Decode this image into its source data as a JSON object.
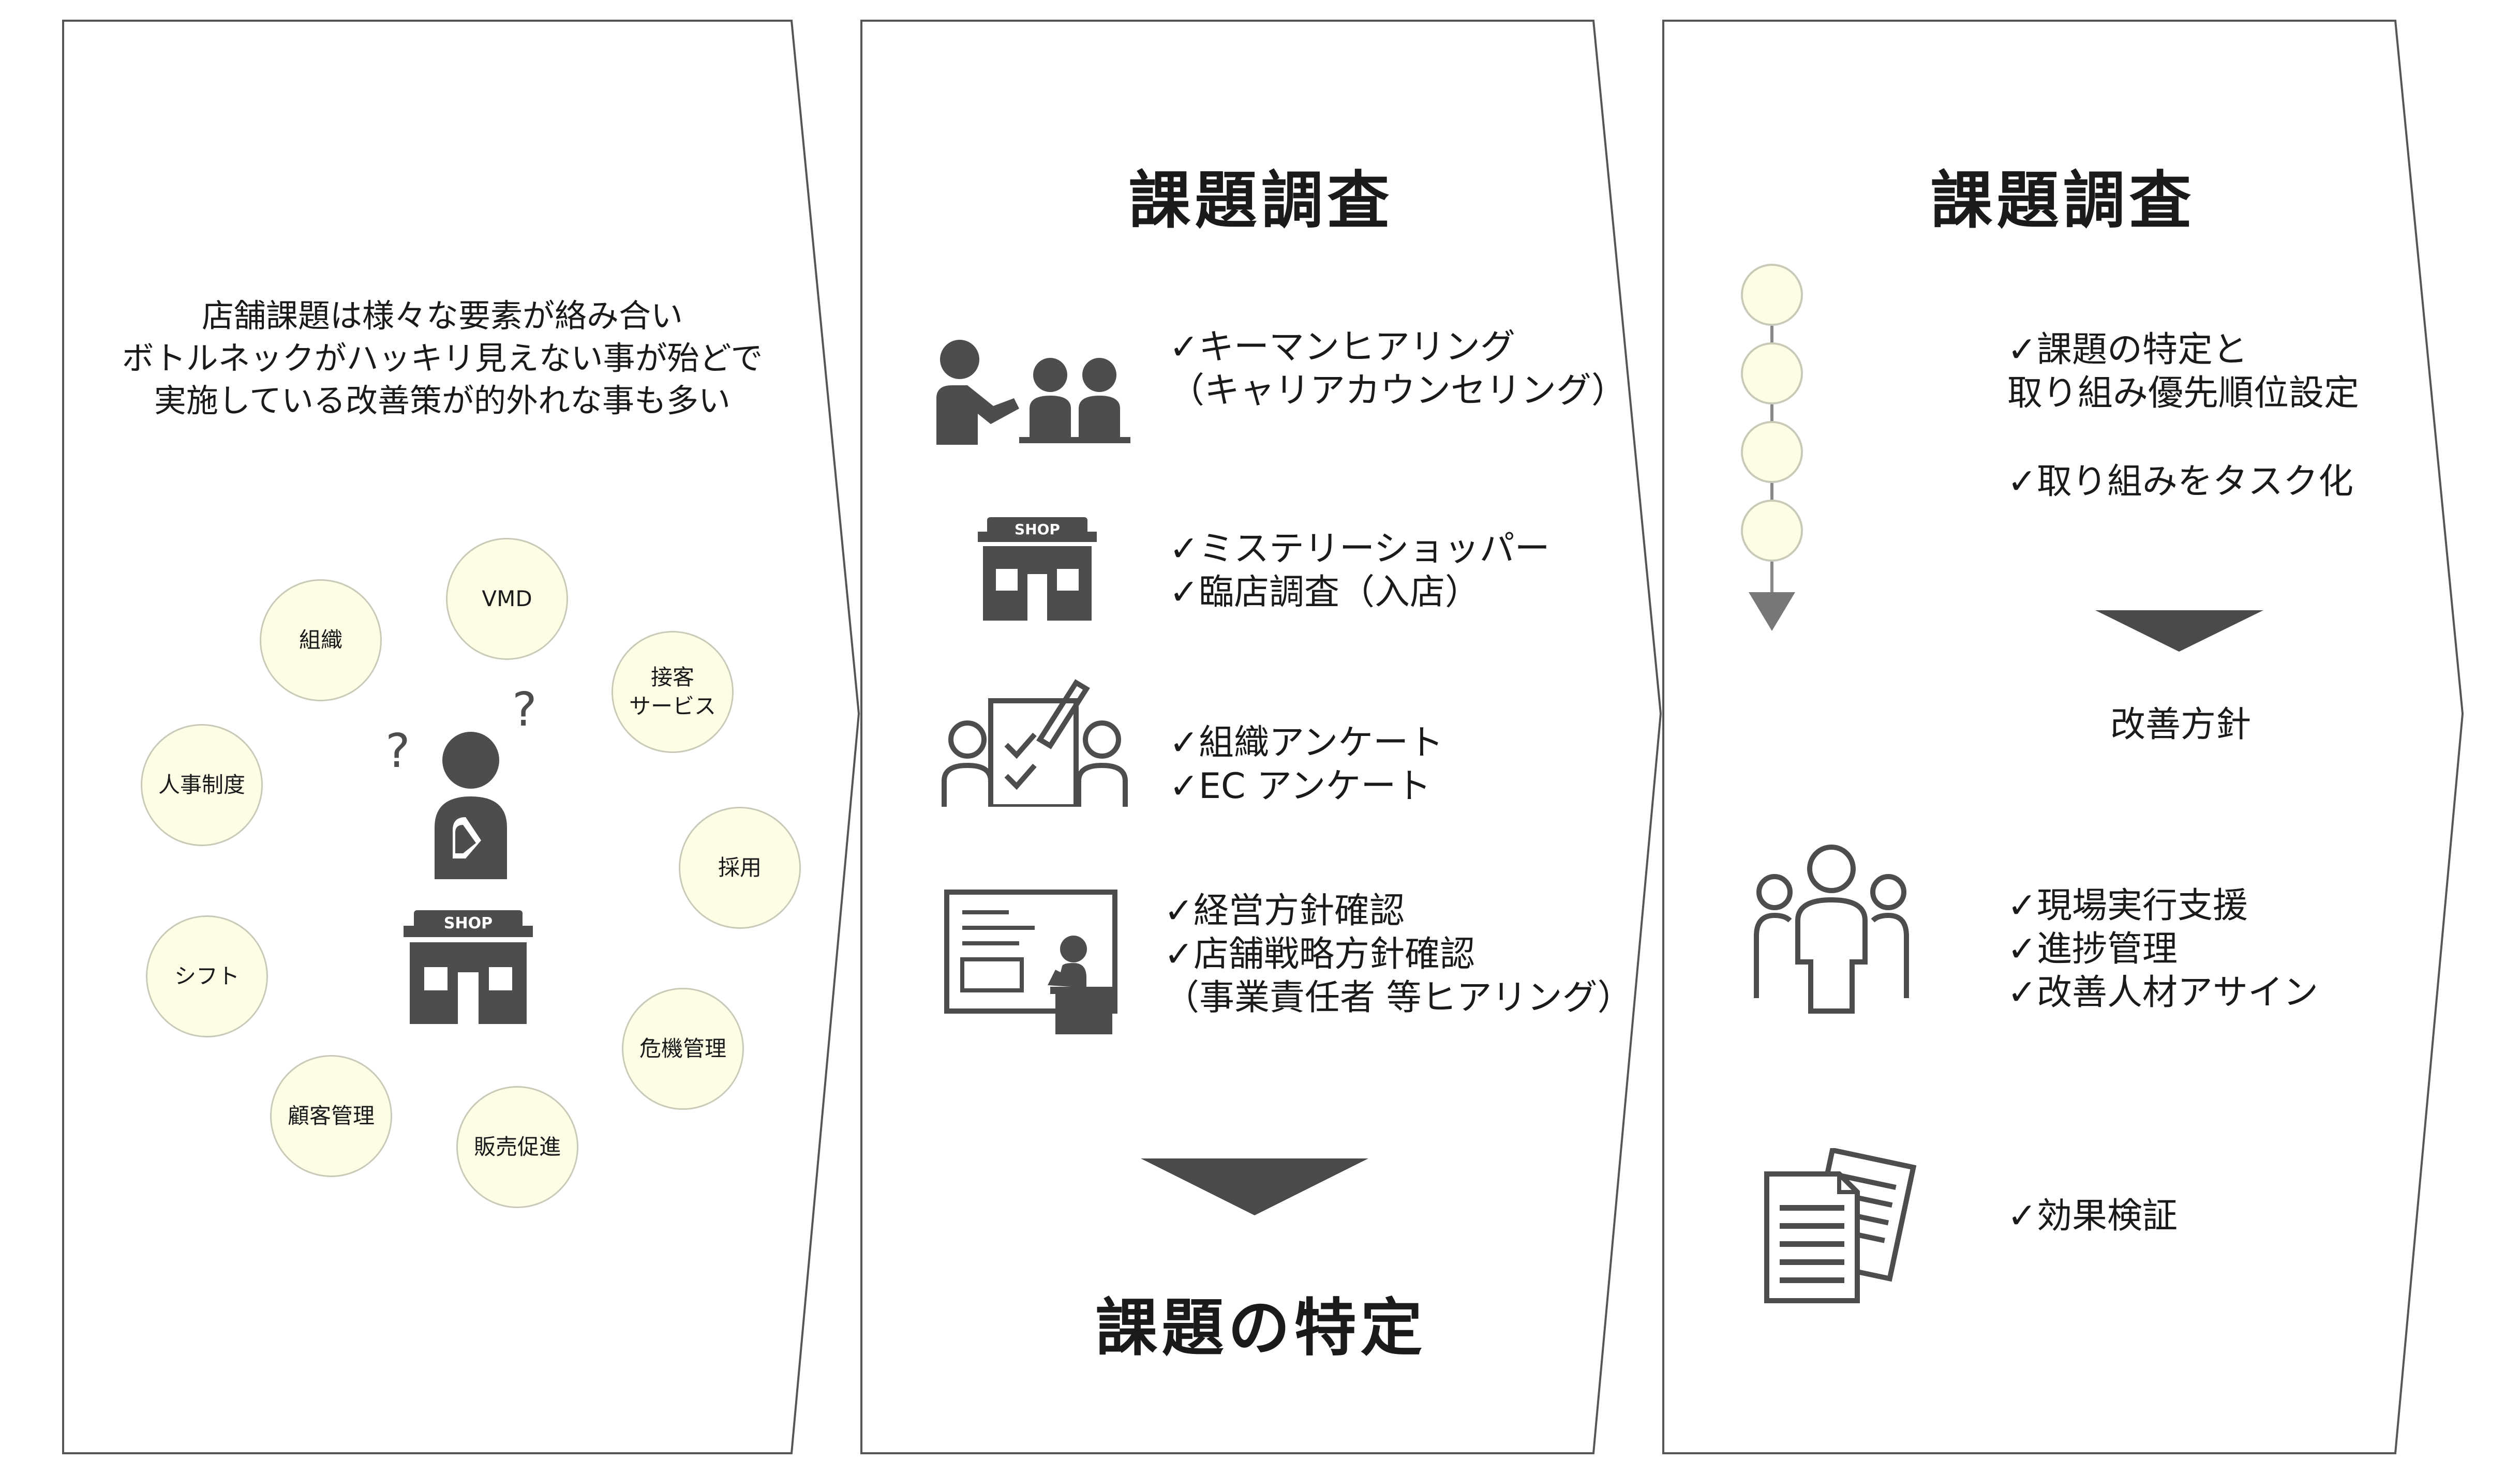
{
  "panel1": {
    "intro_lines": [
      "店舗課題は様々な要素が絡み合い",
      "ボトルネックがハッキリ見えない事が殆どで",
      "実施している改善策が的外れな事も多い"
    ],
    "bubbles": [
      {
        "label": "組織"
      },
      {
        "label": "VMD"
      },
      {
        "label": "接客\nサービス"
      },
      {
        "label": "人事制度"
      },
      {
        "label": "採用"
      },
      {
        "label": "シフト"
      },
      {
        "label": "危機管理"
      },
      {
        "label": "顧客管理"
      },
      {
        "label": "販売促進"
      }
    ],
    "question_mark": "?",
    "shop_sign": "SHOP"
  },
  "panel2": {
    "title": "課題調査",
    "items": [
      {
        "text": "✓キーマンヒアリング\n（キャリアカウンセリング）",
        "icon": "hearing-icon"
      },
      {
        "text": "✓ミステリーショッパー\n✓臨店調査（入店）",
        "icon": "shop-icon"
      },
      {
        "text": "✓組織アンケート\n✓EC アンケート",
        "icon": "survey-icon"
      },
      {
        "text": "✓経営方針確認\n✓店舗戦略方針確認\n（事業責任者 等ヒアリング）",
        "icon": "presentation-icon"
      }
    ],
    "shop_sign": "SHOP",
    "result": "課題の特定"
  },
  "panel3": {
    "title": "課題調査",
    "items_top": [
      {
        "text": "✓課題の特定と\n取り組み優先順位設定"
      },
      {
        "text": "✓取り組みをタスク化"
      }
    ],
    "result": "改善方針",
    "items_bottom": [
      {
        "text": "✓現場実行支援\n✓進捗管理\n✓改善人材アサイン",
        "icon": "team-icon"
      },
      {
        "text": "✓効果検証",
        "icon": "documents-icon"
      }
    ]
  },
  "colors": {
    "icon": "#4d4d4d",
    "bubble_fill": "#fdfde6",
    "bubble_border": "#c9c9b8",
    "arrow": "#4a4a4a",
    "frame": "#555555"
  }
}
